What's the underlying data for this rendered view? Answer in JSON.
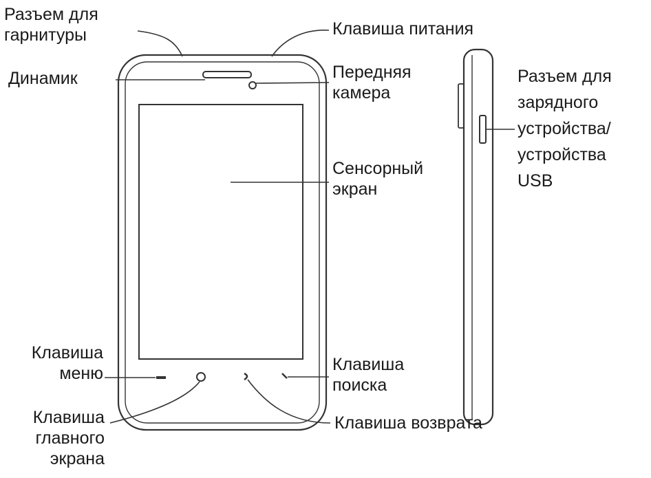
{
  "labels": {
    "headset_jack": "Разъем для\nгарнитуры",
    "power_key": "Клавиша питания",
    "speaker": "Динамик",
    "front_camera": "Передняя\nкамера",
    "touch_screen": "Сенсорный\nэкран",
    "charger_usb_jack": "Разъем для\nзарядного\nустройства/\nустройства\nUSB",
    "menu_key": "Клавиша\nменю",
    "search_key": "Клавиша\nпоиска",
    "home_key": "Клавиша\nглавного\nэкрана",
    "back_key": "Клавиша возврата"
  },
  "colors": {
    "line": "#333333",
    "text": "#1a1a1a"
  }
}
